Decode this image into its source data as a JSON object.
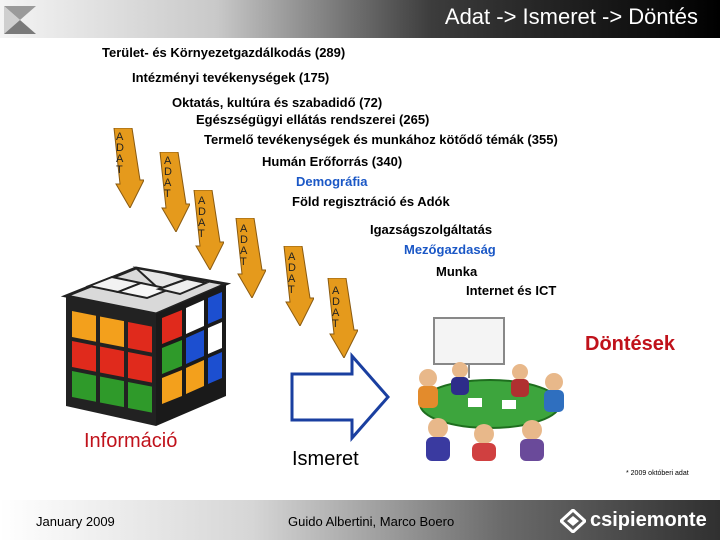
{
  "header": {
    "title": "Adat -> Ismeret -> Döntés"
  },
  "topics": [
    "Terület- és Környezetgazdálkodás (289)",
    "Intézményi tevékenységek (175)",
    "Oktatás, kultúra és szabadidő (72)",
    "Egészségügyi ellátás rendszerei (265)",
    "Termelő tevékenységek és munkához kötődő témák (355)",
    "Humán Erőforrás (340)",
    "Demográfia",
    "Föld regisztráció és Adók",
    "Igazságszolgáltatás",
    "Mezőgazdaság",
    "Munka",
    "Internet és ICT"
  ],
  "adat_arrow": {
    "letters": [
      "A",
      "D",
      "A",
      "T"
    ],
    "color": "#e59a1c"
  },
  "labels": {
    "informacio": "Információ",
    "ismeret": "Ismeret",
    "dontesek": "Döntések"
  },
  "footnote": "* 2009 októberi adat",
  "footer": {
    "date": "January 2009",
    "authors": "Guido Albertini, Marco Boero",
    "brand": "csipiemonte"
  },
  "colors": {
    "accent_red": "#c0121b",
    "accent_blue": "#1a57c6",
    "arrow_orange": "#e59a1c"
  }
}
